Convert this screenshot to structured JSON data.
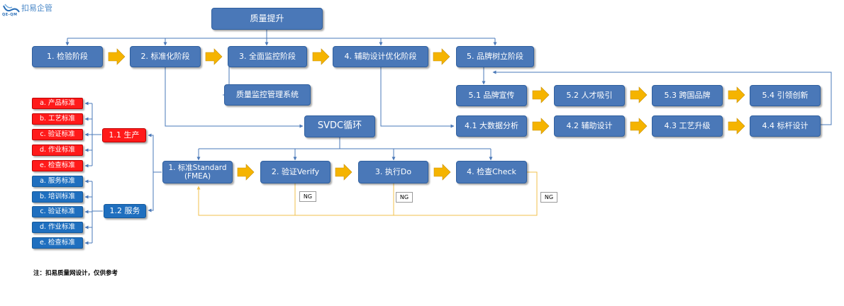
{
  "logo": {
    "name": "扣易企管",
    "sub": "QE-QM"
  },
  "top": {
    "title": "质量提升"
  },
  "stages": [
    "1. 检验阶段",
    "2. 标准化阶段",
    "3. 全面监控阶段",
    "4. 辅助设计优化阶段",
    "5. 品牌树立阶段"
  ],
  "monitor_system": "质量监控管理系统",
  "brand_steps": [
    "5.1 品牌宣传",
    "5.2 人才吸引",
    "5.3 跨国品牌",
    "5.4 引领创新"
  ],
  "design_steps": [
    "4.1 大数据分析",
    "4.2 辅助设计",
    "4.3 工艺升级",
    "4.4 标杆设计"
  ],
  "svdc": {
    "title": "SVDC循环",
    "steps": [
      "1. 标准Standard\n(FMEA)",
      "2. 验证Verify",
      "3. 执行Do",
      "4. 检查Check"
    ],
    "ng": "NG"
  },
  "production": {
    "label": "1.1 生产",
    "items": [
      "a. 产品标准",
      "b. 工艺标准",
      "c. 验证标准",
      "d. 作业标准",
      "e. 检查标准"
    ]
  },
  "service": {
    "label": "1.2 服务",
    "items": [
      "a. 服务标准",
      "b. 培训标准",
      "c. 验证标准",
      "d. 作业标准",
      "e. 检查标准"
    ]
  },
  "note": "注：扣易质量网设计，仅供参考",
  "colors": {
    "box": "#4a78b8",
    "red": "#ff1a1a",
    "blue_dark": "#1f6fbf",
    "arrow": "#f5b400",
    "loop": "#f2c14e",
    "line": "#4a78b8"
  }
}
